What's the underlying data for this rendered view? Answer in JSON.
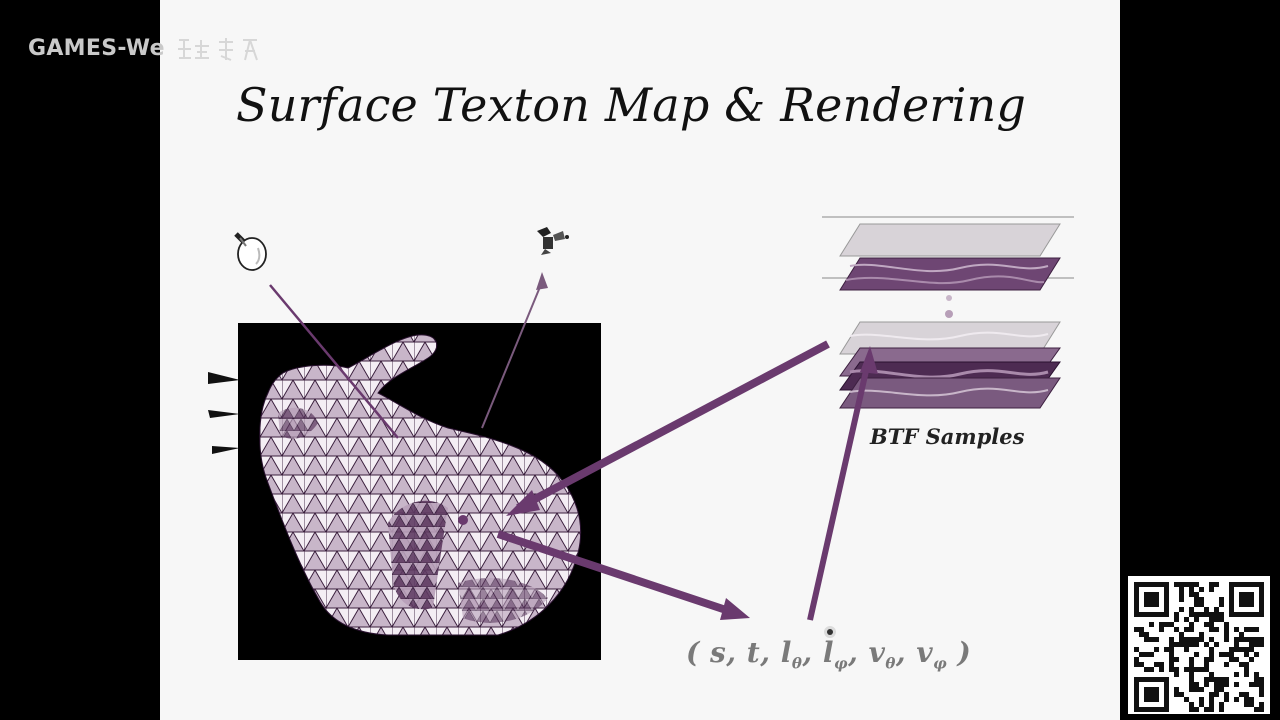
{
  "watermark": {
    "text": "GAMES-We"
  },
  "slide": {
    "title": "Surface Texton Map & Rendering",
    "btf_label": "BTF Samples",
    "formula": {
      "open": "(",
      "s": "s",
      "t": "t",
      "l": "l",
      "theta": "θ",
      "phi": "φ",
      "v": "v",
      "close": ")",
      "comma": ","
    }
  },
  "colors": {
    "accent_purple": "#6a3a6e",
    "slide_bg": "#f7f7f7",
    "frame_bg": "#000000"
  },
  "icons": [
    "light-bulb-icon",
    "camera-icon",
    "qr-code-icon"
  ]
}
